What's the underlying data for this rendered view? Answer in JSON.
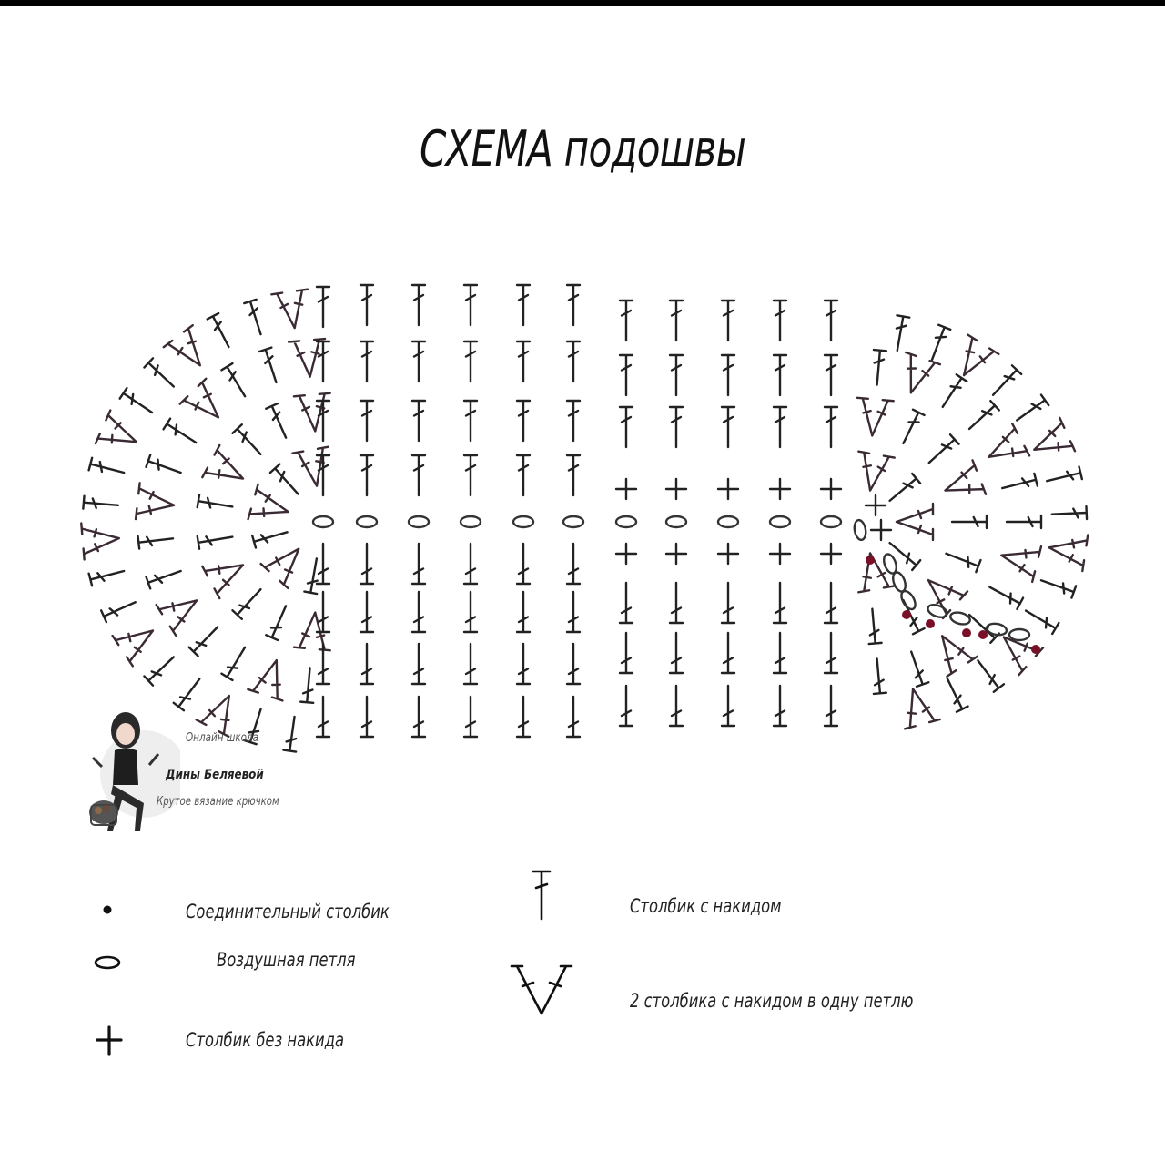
{
  "title": "СХЕМА подошвы",
  "watermark": {
    "line1": "Онлайн школа",
    "line2": "Дины Беляевой",
    "line3": "Крутое вязание крючком"
  },
  "legend": [
    {
      "symbol": "slip-stitch",
      "label": "Соединительный столбик"
    },
    {
      "symbol": "chain-stitch",
      "label": "Воздушная петля"
    },
    {
      "symbol": "single-crochet",
      "label": "Столбик без накида"
    },
    {
      "symbol": "double-crochet",
      "label": "Столбик с накидом"
    },
    {
      "symbol": "double-crochet-increase",
      "label": "2 столбика с накидом в одну петлю"
    }
  ],
  "colors": {
    "ink": "#222222",
    "accent": "#7a1028",
    "background": "#ffffff"
  }
}
